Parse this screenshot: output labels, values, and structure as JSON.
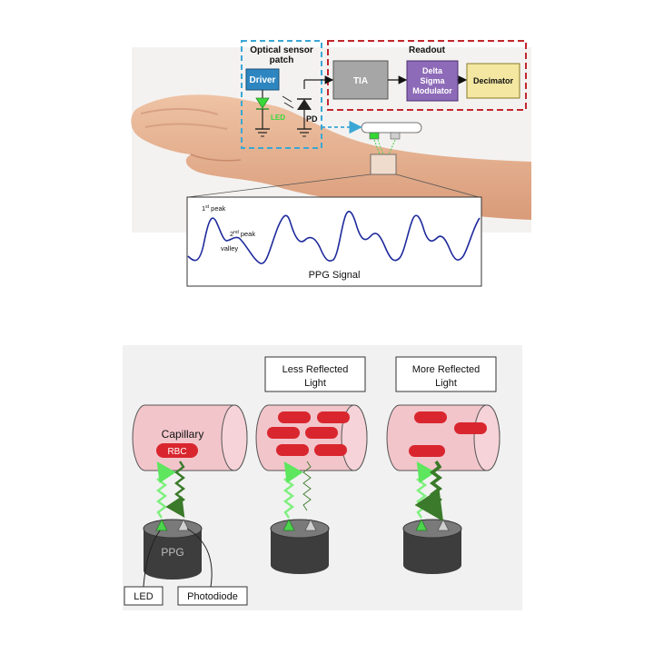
{
  "top_panel": {
    "sensor": {
      "title_line1": "Optical sensor",
      "title_line2": "patch",
      "driver": "Driver",
      "led": "LED",
      "pd": "PD"
    },
    "readout": {
      "title": "Readout",
      "tia": "TIA",
      "modulator_line1": "Delta",
      "modulator_line2": "Sigma",
      "modulator_line3": "Modulator",
      "decimator": "Decimator"
    },
    "ppg": {
      "first_peak_base": "1",
      "first_peak_sup": "st",
      "first_peak_word": "peak",
      "second_peak_base": "2",
      "second_peak_sup": "nd",
      "second_peak_word": "peak",
      "valley": "valley",
      "signal_label": "PPG Signal"
    },
    "colors": {
      "sensor_border": "#3aa7d4",
      "readout_border": "#c2272d",
      "driver_fill": "#2e86c1",
      "tia_fill": "#a6a6a6",
      "modulator_fill": "#8e6bb8",
      "decimator_fill": "#f3e7a1",
      "led_green": "#3ad83a",
      "ppg_line": "#1e2a9c"
    }
  },
  "bottom_panel": {
    "capillary": "Capillary",
    "rbc": "RBC",
    "ppg": "PPG",
    "less_line1": "Less Reflected",
    "less_line2": "Light",
    "more_line1": "More Reflected",
    "more_line2": "Light",
    "led": "LED",
    "photodiode": "Photodiode",
    "colors": {
      "vessel_fill": "#f2c5cb",
      "rbc_fill": "#d9262e",
      "sensor_body": "#3d3d3d",
      "led_green": "#4cd44c",
      "dark_green": "#3a7a2a"
    }
  }
}
